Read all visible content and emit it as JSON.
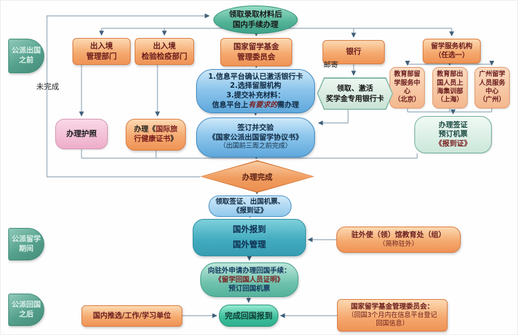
{
  "title": "国家公派出国留学手续流程图",
  "colors": {
    "orange_box": "#f5aa70",
    "teal_node": "#45ac8f",
    "blue_box": "#5fa8dc",
    "pink_box": "#eeaeca",
    "mint_box": "#cbe7da",
    "diamond_orange": "#ec8f52",
    "big_teal": "#43acc0",
    "green_finish": "#3cbd9a",
    "connector_line": "#93a7b8",
    "maroon_text": "#6b1d1d",
    "navy_text": "#102a43"
  },
  "sidebar": {
    "items": [
      {
        "line1": "公派出国",
        "line2": "之前"
      },
      {
        "line1": "公派留学",
        "line2": "期间"
      },
      {
        "line1": "公派回国",
        "line2": "之后"
      }
    ]
  },
  "labels": {
    "unfinished": "未完成",
    "mail": "邮寄"
  },
  "nodes": {
    "start": {
      "line1": "领取录取材料后",
      "line2": "国内手续办理"
    },
    "immigration": {
      "line1": "出入境",
      "line2": "管理部门"
    },
    "quarantine": {
      "line1": "出入境",
      "line2": "检验检疫部门"
    },
    "csc": {
      "line1": "国家留学基金",
      "line2": "管理委员会"
    },
    "bank": {
      "line1": "银行"
    },
    "agency": {
      "line1": "留学服务机构",
      "line2": "（任选一）"
    },
    "svc_beijing": {
      "line1": "教育部留",
      "line2": "学服务中",
      "line3": "心",
      "line4": "（北京）"
    },
    "svc_shanghai": {
      "line1": "教育部出",
      "line2": "国人员上",
      "line3": "海集训部",
      "line4": "（上海）"
    },
    "svc_guangzhou": {
      "line1": "广州留学",
      "line2": "人员服务",
      "line3": "中心",
      "line4": "（广州）"
    },
    "procedure": {
      "line1": "1.信息平台确认已激活银行卡",
      "line2": "2.选择留服机构",
      "line3": "3.提交补充材料：",
      "line4_prefix": "信息平台上",
      "line4_em": "有要求的",
      "line4_suffix": "需办理"
    },
    "card": {
      "line1": "领取、激活",
      "line2": "奖学金专用银行卡"
    },
    "passport": {
      "line1": "办理护照"
    },
    "health": {
      "prefix": "办理《",
      "em": "国际旅行健康证书",
      "suffix": "》"
    },
    "sign": {
      "line1": "签订并交验",
      "line2": "《国家公派出国留学协议书》",
      "line3": "（出国前三周之前完成）"
    },
    "visa": {
      "line1": "办理签证",
      "line2": "预订机票",
      "line3": "《报到证》"
    },
    "done_check": {
      "label": "办理完成"
    },
    "receive": {
      "line1": "领取签证、出国机票、",
      "line2": "《报到证》"
    },
    "abroad": {
      "line1": "国外报到",
      "line2": "国外管理"
    },
    "embassy": {
      "line1": "驻外使（领）馆教育处（组）",
      "line2": "（简称驻外）"
    },
    "return_proc": {
      "line1": "向驻外申请办理回国手续：",
      "line2": "《留学回国人员证明》",
      "line3": "预订回国机票"
    },
    "finish": {
      "label": "完成回国报到"
    },
    "domestic_unit": {
      "label": "国内推选/工作/学习单位"
    },
    "csc_register": {
      "line1": "国家留学基金管理委员会：",
      "line2": "（回国3个月内在信息平台登记",
      "line3": "回国信息）"
    }
  }
}
